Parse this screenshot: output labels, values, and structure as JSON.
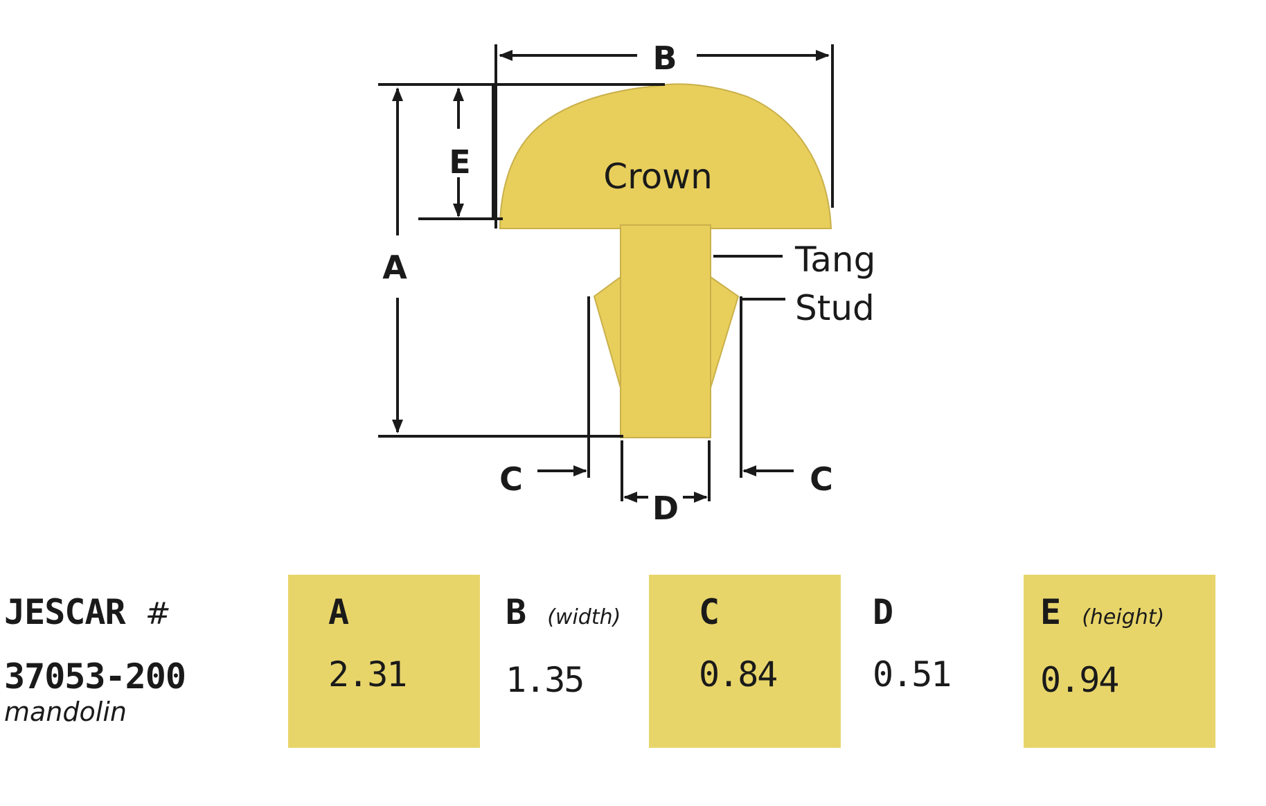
{
  "diagram": {
    "labels": {
      "b": "B",
      "e": "E",
      "a": "A",
      "c_left": "C",
      "c_right": "C",
      "d": "D"
    },
    "parts": {
      "crown": "Crown",
      "tang": "Tang",
      "stud": "Stud"
    },
    "colors": {
      "fret_fill": "#e8cf5c",
      "line": "#1a1a1a"
    }
  },
  "spec": {
    "brand": "JESCAR",
    "hash": "#",
    "part_number": "37053-200",
    "part_type": "mandolin",
    "cells": [
      {
        "key": "a",
        "header": "A",
        "sub": "",
        "value": "2.31"
      },
      {
        "key": "b",
        "header": "B",
        "sub": "(width)",
        "value": "1.35"
      },
      {
        "key": "c",
        "header": "C",
        "sub": "",
        "value": "0.84"
      },
      {
        "key": "d",
        "header": "D",
        "sub": "",
        "value": "0.51"
      },
      {
        "key": "e",
        "header": "E",
        "sub": "(height)",
        "value": "0.94"
      }
    ],
    "colors": {
      "shaded_cell": "#e8d56a"
    }
  }
}
